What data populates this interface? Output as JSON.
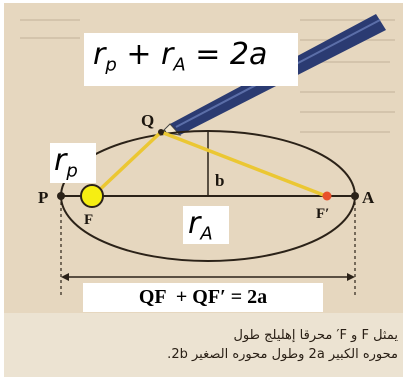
{
  "labels": {
    "point_q": "Q",
    "point_p": "P",
    "point_a": "A",
    "focus_f": "F",
    "focus_f_prime": "F′",
    "semi_minor": "b"
  },
  "handwritten": {
    "sum_formula": {
      "r1": "r",
      "r1_sub": "p",
      "plus": "+",
      "r2": "r",
      "r2_sub": "A",
      "eq": "=",
      "rhs": "2a"
    },
    "rp": {
      "r": "r",
      "sub": "p"
    },
    "ra": {
      "r": "r",
      "sub": "A"
    }
  },
  "formula_box": {
    "text": "QF  + QF′ = 2a"
  },
  "caption": {
    "line1": "يمثل F و F′ محرقا إهليلج طول",
    "line2": "محوره الكبير 2a وطول محوره الصغير 2b."
  },
  "colors": {
    "background": "#e6d7bf",
    "ellipse": "#2b2218",
    "focal_lines": "#ebc733",
    "focus_marker": "#f6ee12",
    "focus_prime_marker": "#e8512b",
    "pencil": "#2b3b72"
  }
}
